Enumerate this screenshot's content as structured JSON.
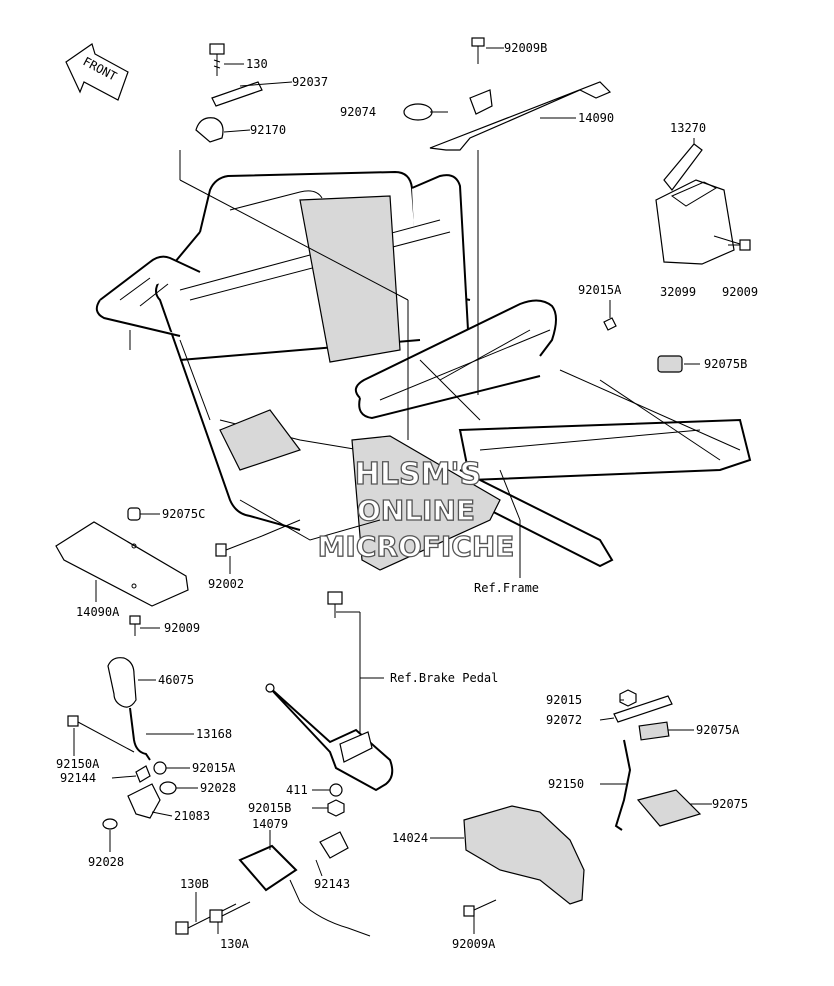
{
  "front_arrow": {
    "label": "FRONT"
  },
  "watermark": {
    "line1": "HLSM'S",
    "line2": "ONLINE",
    "line3": "MICROFICHE"
  },
  "refs": {
    "frame": "Ref.Frame",
    "brake_pedal": "Ref.Brake Pedal"
  },
  "parts": {
    "p130": "130",
    "p92037": "92037",
    "p92170": "92170",
    "p92009B": "92009B",
    "p92074": "92074",
    "p14090": "14090",
    "p13270": "13270",
    "p32099": "32099",
    "p92009_top": "92009",
    "p92015A_top": "92015A",
    "p92075B": "92075B",
    "p92075C": "92075C",
    "p92002": "92002",
    "p14090A": "14090A",
    "p92009_mid": "92009",
    "p46075": "46075",
    "p13168": "13168",
    "p92150A": "92150A",
    "p92144": "92144",
    "p92015A_low": "92015A",
    "p92028_right": "92028",
    "p21083": "21083",
    "p92028_left": "92028",
    "p411": "411",
    "p92015B": "92015B",
    "p14079": "14079",
    "p92143": "92143",
    "p130B": "130B",
    "p130A": "130A",
    "p92015": "92015",
    "p92072": "92072",
    "p92075A": "92075A",
    "p92150": "92150",
    "p92075": "92075",
    "p14024": "14024",
    "p92009A": "92009A"
  }
}
